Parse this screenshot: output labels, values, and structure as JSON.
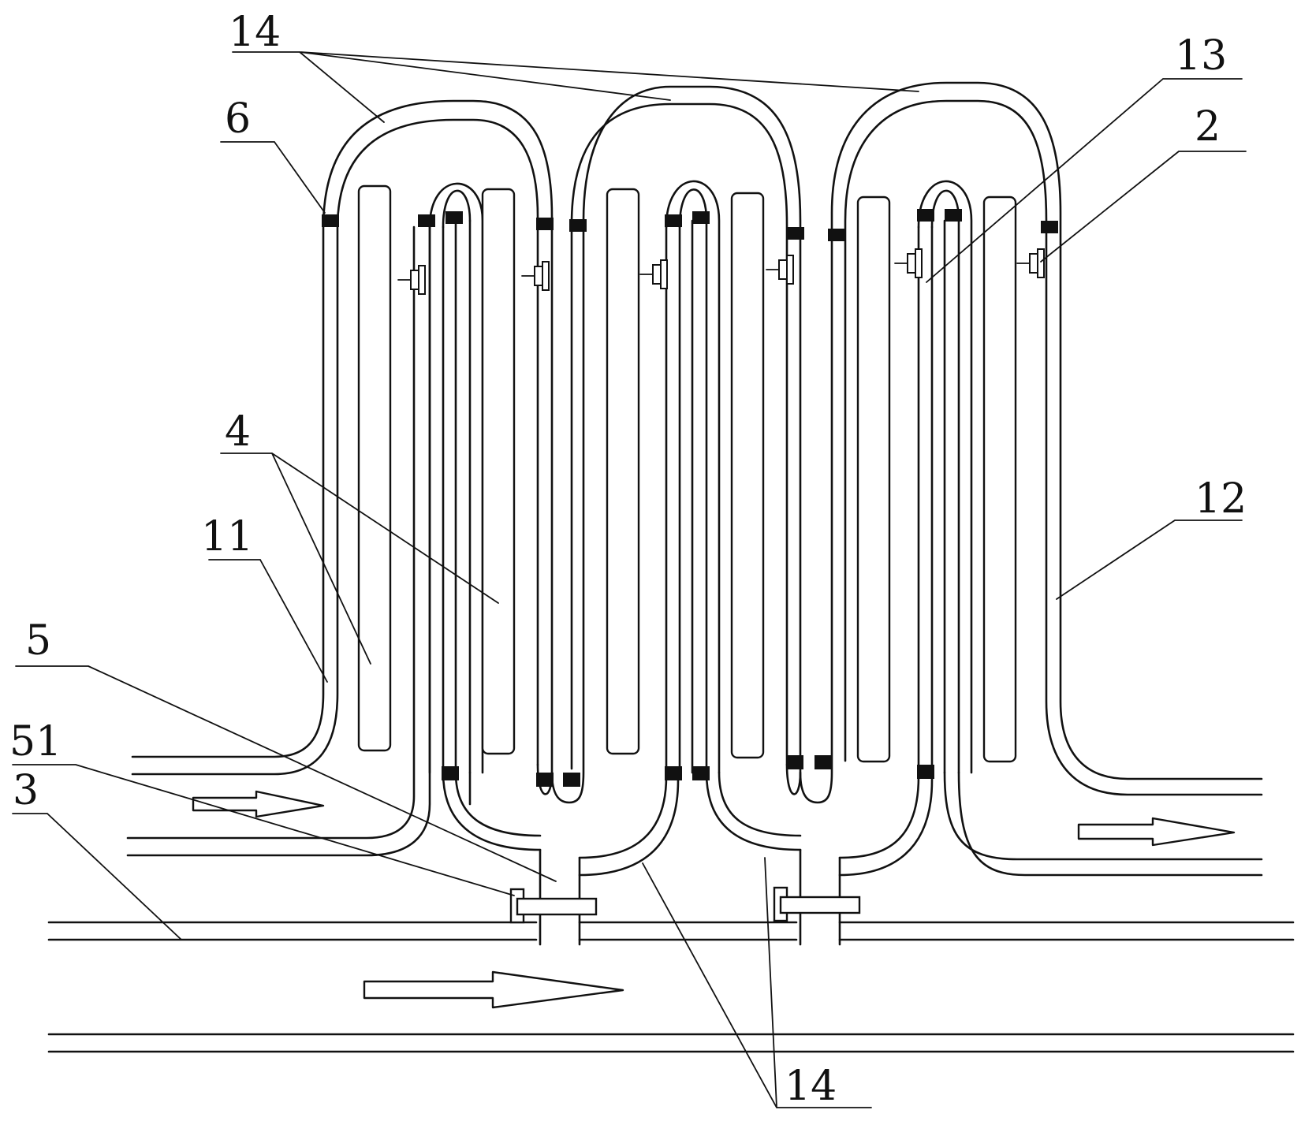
{
  "labels": {
    "l14_top": "14",
    "l13": "13",
    "l6": "6",
    "l2": "2",
    "l4": "4",
    "l11": "11",
    "l12": "12",
    "l5": "5",
    "l51": "51",
    "l3": "3",
    "l14_bottom": "14"
  }
}
